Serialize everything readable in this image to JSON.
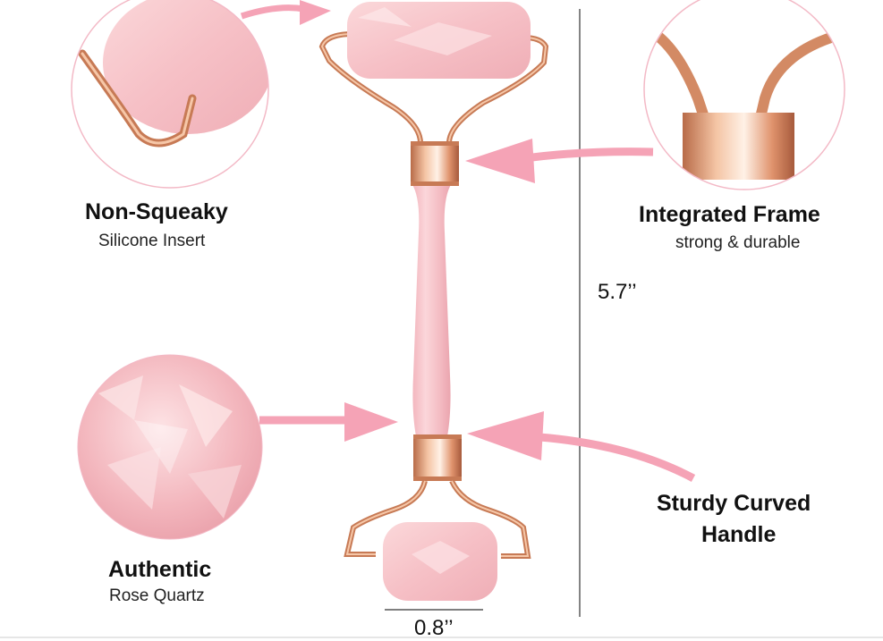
{
  "features": {
    "non_squeaky": {
      "title": "Non-Squeaky",
      "subtitle": "Silicone Insert"
    },
    "integrated_frame": {
      "title": "Integrated Frame",
      "subtitle": "strong & durable"
    },
    "authentic": {
      "title": "Authentic",
      "subtitle": "Rose Quartz"
    },
    "sturdy_handle": {
      "title_line1": "Sturdy Curved",
      "title_line2": "Handle"
    }
  },
  "dimensions": {
    "height": "5.7’’",
    "width": "0.8’’"
  },
  "colors": {
    "rose_quartz": "#f6c3c8",
    "rose_quartz_dark": "#eaa3ac",
    "rose_gold": "#e6a07c",
    "rose_gold_dark": "#b96b4a",
    "arrow_pink": "#f5a3b6",
    "circle_border": "#f3b9c6"
  }
}
